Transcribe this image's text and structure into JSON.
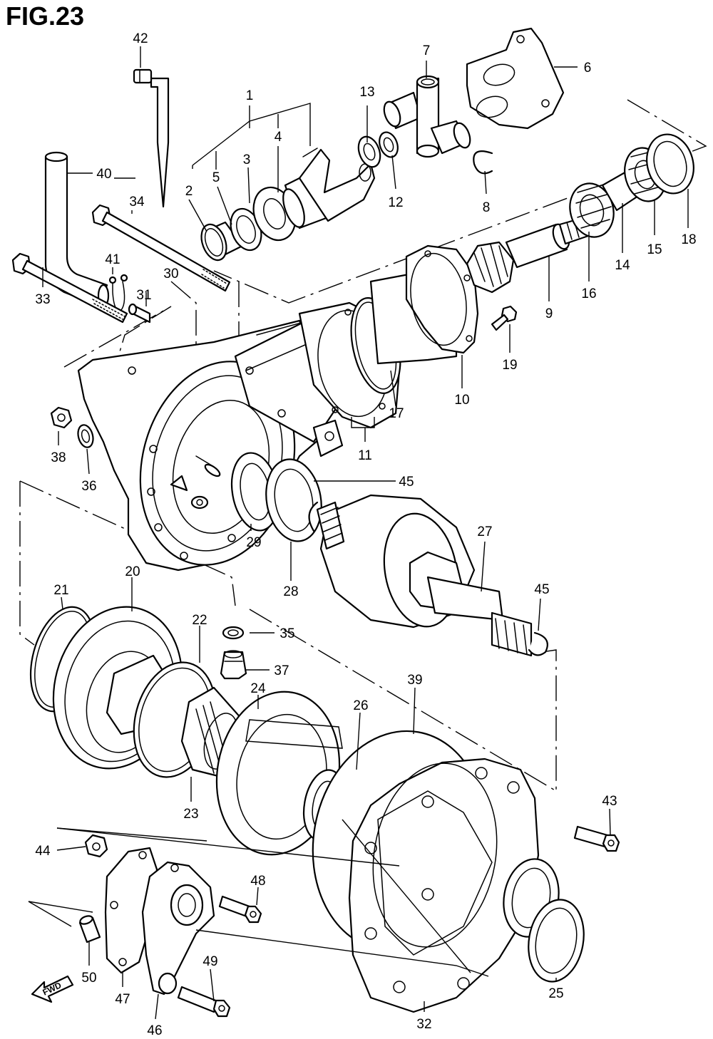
{
  "figure": {
    "title": "FIG.23",
    "fwd_label": "FWD"
  },
  "callouts": [
    {
      "id": "1",
      "label": "1"
    },
    {
      "id": "2",
      "label": "2"
    },
    {
      "id": "3",
      "label": "3"
    },
    {
      "id": "4",
      "label": "4"
    },
    {
      "id": "5",
      "label": "5"
    },
    {
      "id": "6",
      "label": "6"
    },
    {
      "id": "7",
      "label": "7"
    },
    {
      "id": "8",
      "label": "8"
    },
    {
      "id": "9",
      "label": "9"
    },
    {
      "id": "10",
      "label": "10"
    },
    {
      "id": "11",
      "label": "11"
    },
    {
      "id": "12",
      "label": "12"
    },
    {
      "id": "13",
      "label": "13"
    },
    {
      "id": "14",
      "label": "14"
    },
    {
      "id": "15",
      "label": "15"
    },
    {
      "id": "16",
      "label": "16"
    },
    {
      "id": "17",
      "label": "17"
    },
    {
      "id": "18",
      "label": "18"
    },
    {
      "id": "19",
      "label": "19"
    },
    {
      "id": "20",
      "label": "20"
    },
    {
      "id": "21",
      "label": "21"
    },
    {
      "id": "22",
      "label": "22"
    },
    {
      "id": "23",
      "label": "23"
    },
    {
      "id": "24",
      "label": "24"
    },
    {
      "id": "25",
      "label": "25"
    },
    {
      "id": "26",
      "label": "26"
    },
    {
      "id": "27",
      "label": "27"
    },
    {
      "id": "28",
      "label": "28"
    },
    {
      "id": "29",
      "label": "29"
    },
    {
      "id": "30",
      "label": "30"
    },
    {
      "id": "31",
      "label": "31"
    },
    {
      "id": "32",
      "label": "32"
    },
    {
      "id": "33",
      "label": "33"
    },
    {
      "id": "34",
      "label": "34"
    },
    {
      "id": "35",
      "label": "35"
    },
    {
      "id": "36",
      "label": "36"
    },
    {
      "id": "37",
      "label": "37"
    },
    {
      "id": "38",
      "label": "38"
    },
    {
      "id": "39",
      "label": "39"
    },
    {
      "id": "40",
      "label": "40"
    },
    {
      "id": "41",
      "label": "41"
    },
    {
      "id": "42",
      "label": "42"
    },
    {
      "id": "43",
      "label": "43"
    },
    {
      "id": "44",
      "label": "44"
    },
    {
      "id": "45a",
      "label": "45"
    },
    {
      "id": "45b",
      "label": "45"
    },
    {
      "id": "46",
      "label": "46"
    },
    {
      "id": "47",
      "label": "47"
    },
    {
      "id": "48",
      "label": "48"
    },
    {
      "id": "49",
      "label": "49"
    },
    {
      "id": "50",
      "label": "50"
    }
  ]
}
